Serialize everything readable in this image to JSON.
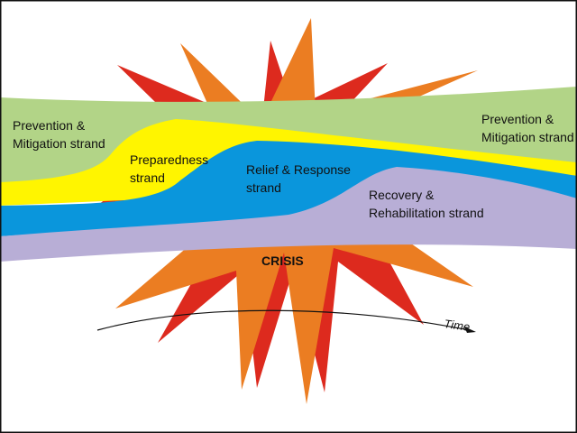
{
  "diagram": {
    "colors": {
      "burst_red": "#DD2A1E",
      "burst_orange": "#EB7D22",
      "prevention_green": "#B2D487",
      "preparedness_yellow": "#FFF500",
      "relief_blue": "#0A96DC",
      "recovery_lavender": "#B8AED6",
      "frame": "#111111"
    },
    "labels": {
      "prevention_left_line1": "Prevention &",
      "prevention_left_line2": "Mitigation strand",
      "prevention_right_line1": "Prevention &",
      "prevention_right_line2": "Mitigation strand",
      "preparedness_line1": "Preparedness",
      "preparedness_line2": "strand",
      "relief_line1": "Relief & Response",
      "relief_line2": "strand",
      "recovery_line1": "Recovery &",
      "recovery_line2": "Rehabilitation strand",
      "crisis": "CRISIS",
      "time": "Time"
    },
    "icons": {
      "crisis_burst": "starburst-icon",
      "time_arrow": "arrow-right-icon"
    }
  }
}
